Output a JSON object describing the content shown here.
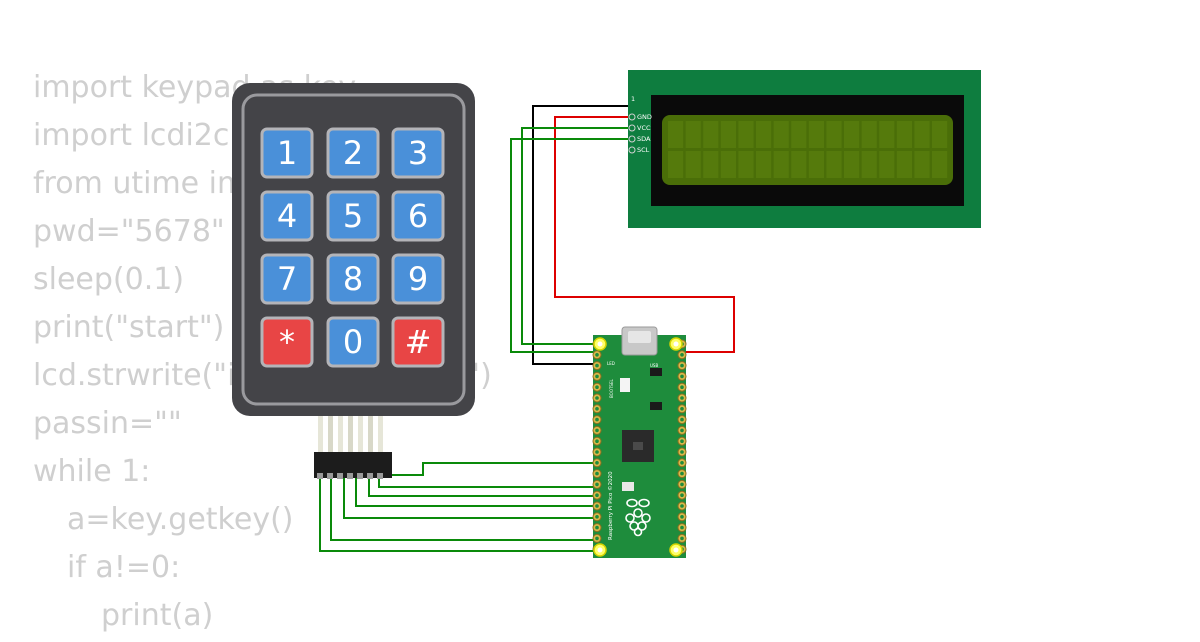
{
  "code_lines": [
    {
      "text": "import keypad as key",
      "indent": 0
    },
    {
      "text": "import lcdi2c",
      "indent": 0
    },
    {
      "text": "from utime import sleep",
      "indent": 0
    },
    {
      "text": "pwd=\"5678\"",
      "indent": 0
    },
    {
      "text": "sleep(0.1)",
      "indent": 0
    },
    {
      "text": "print(\"start\")",
      "indent": 0
    },
    {
      "text": "lcd.strwrite(\"input password:\")",
      "indent": 0
    },
    {
      "text": "passin=\"\"",
      "indent": 0
    },
    {
      "text": "while 1:",
      "indent": 0
    },
    {
      "text": "a=key.getkey()",
      "indent": 1
    },
    {
      "text": "if a!=0:",
      "indent": 1
    },
    {
      "text": "print(a)",
      "indent": 2
    }
  ],
  "keypad": {
    "keys": [
      [
        "1",
        "2",
        "3"
      ],
      [
        "4",
        "5",
        "6"
      ],
      [
        "7",
        "8",
        "9"
      ],
      [
        "*",
        "0",
        "#"
      ]
    ],
    "key_color": "#4a90d9",
    "special_key_color": "#e84545",
    "body_color": "#444448"
  },
  "lcd": {
    "pins": [
      "1",
      "GND",
      "VCC",
      "SDA",
      "SCL"
    ],
    "board_color": "#0e7d3f",
    "screen_color": "#4a6e08"
  },
  "pico": {
    "board_label": "Raspberry Pi Pico ©2020",
    "usb_label": "USB",
    "led_label": "LED",
    "bootsel_label": "BOOTSEL",
    "board_color": "#1e8c3c"
  },
  "wires": {
    "gnd_color": "#000000",
    "vcc_color": "#dd0000",
    "signal_color": "#0a8a0a"
  }
}
